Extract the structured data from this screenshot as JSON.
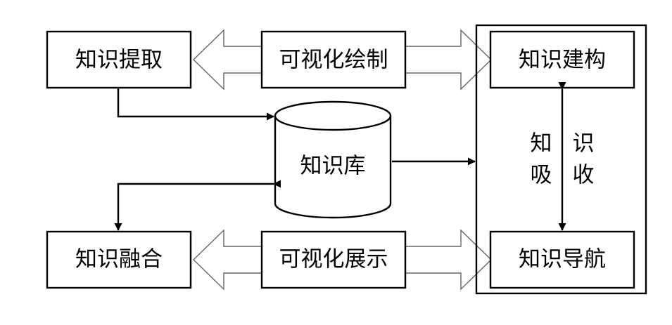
{
  "nodes": {
    "knowledge_extraction": "知识提取",
    "visual_drawing": "可视化绘制",
    "knowledge_construction": "知识建构",
    "knowledge_base": "知识库",
    "knowledge_fusion": "知识融合",
    "visual_display": "可视化展示",
    "knowledge_navigation": "知识导航"
  },
  "vertical_labels": {
    "knowledge_absorption": [
      "知",
      "吸"
    ],
    "knowledge_acquisition": [
      "识",
      "收"
    ]
  },
  "colors": {
    "stroke": "#000000",
    "fill": "#ffffff",
    "hollow_arrow_stroke": "#666666"
  }
}
